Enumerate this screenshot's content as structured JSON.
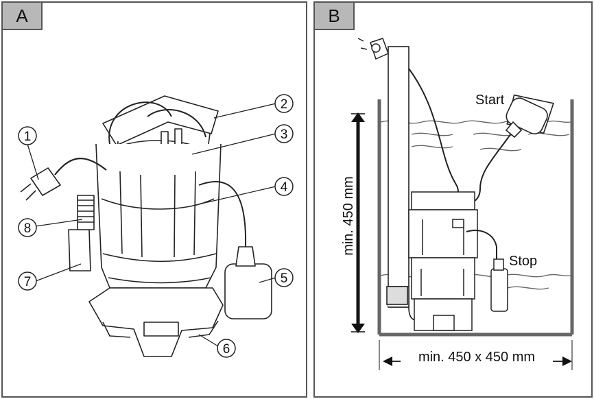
{
  "panels": {
    "a": {
      "tab_label": "A"
    },
    "b": {
      "tab_label": "B"
    }
  },
  "callouts": [
    "1",
    "2",
    "3",
    "4",
    "5",
    "6",
    "7",
    "8"
  ],
  "installation": {
    "start_label": "Start",
    "stop_label": "Stop",
    "height_label": "min. 450 mm",
    "base_label": "min. 450 x 450 mm"
  }
}
